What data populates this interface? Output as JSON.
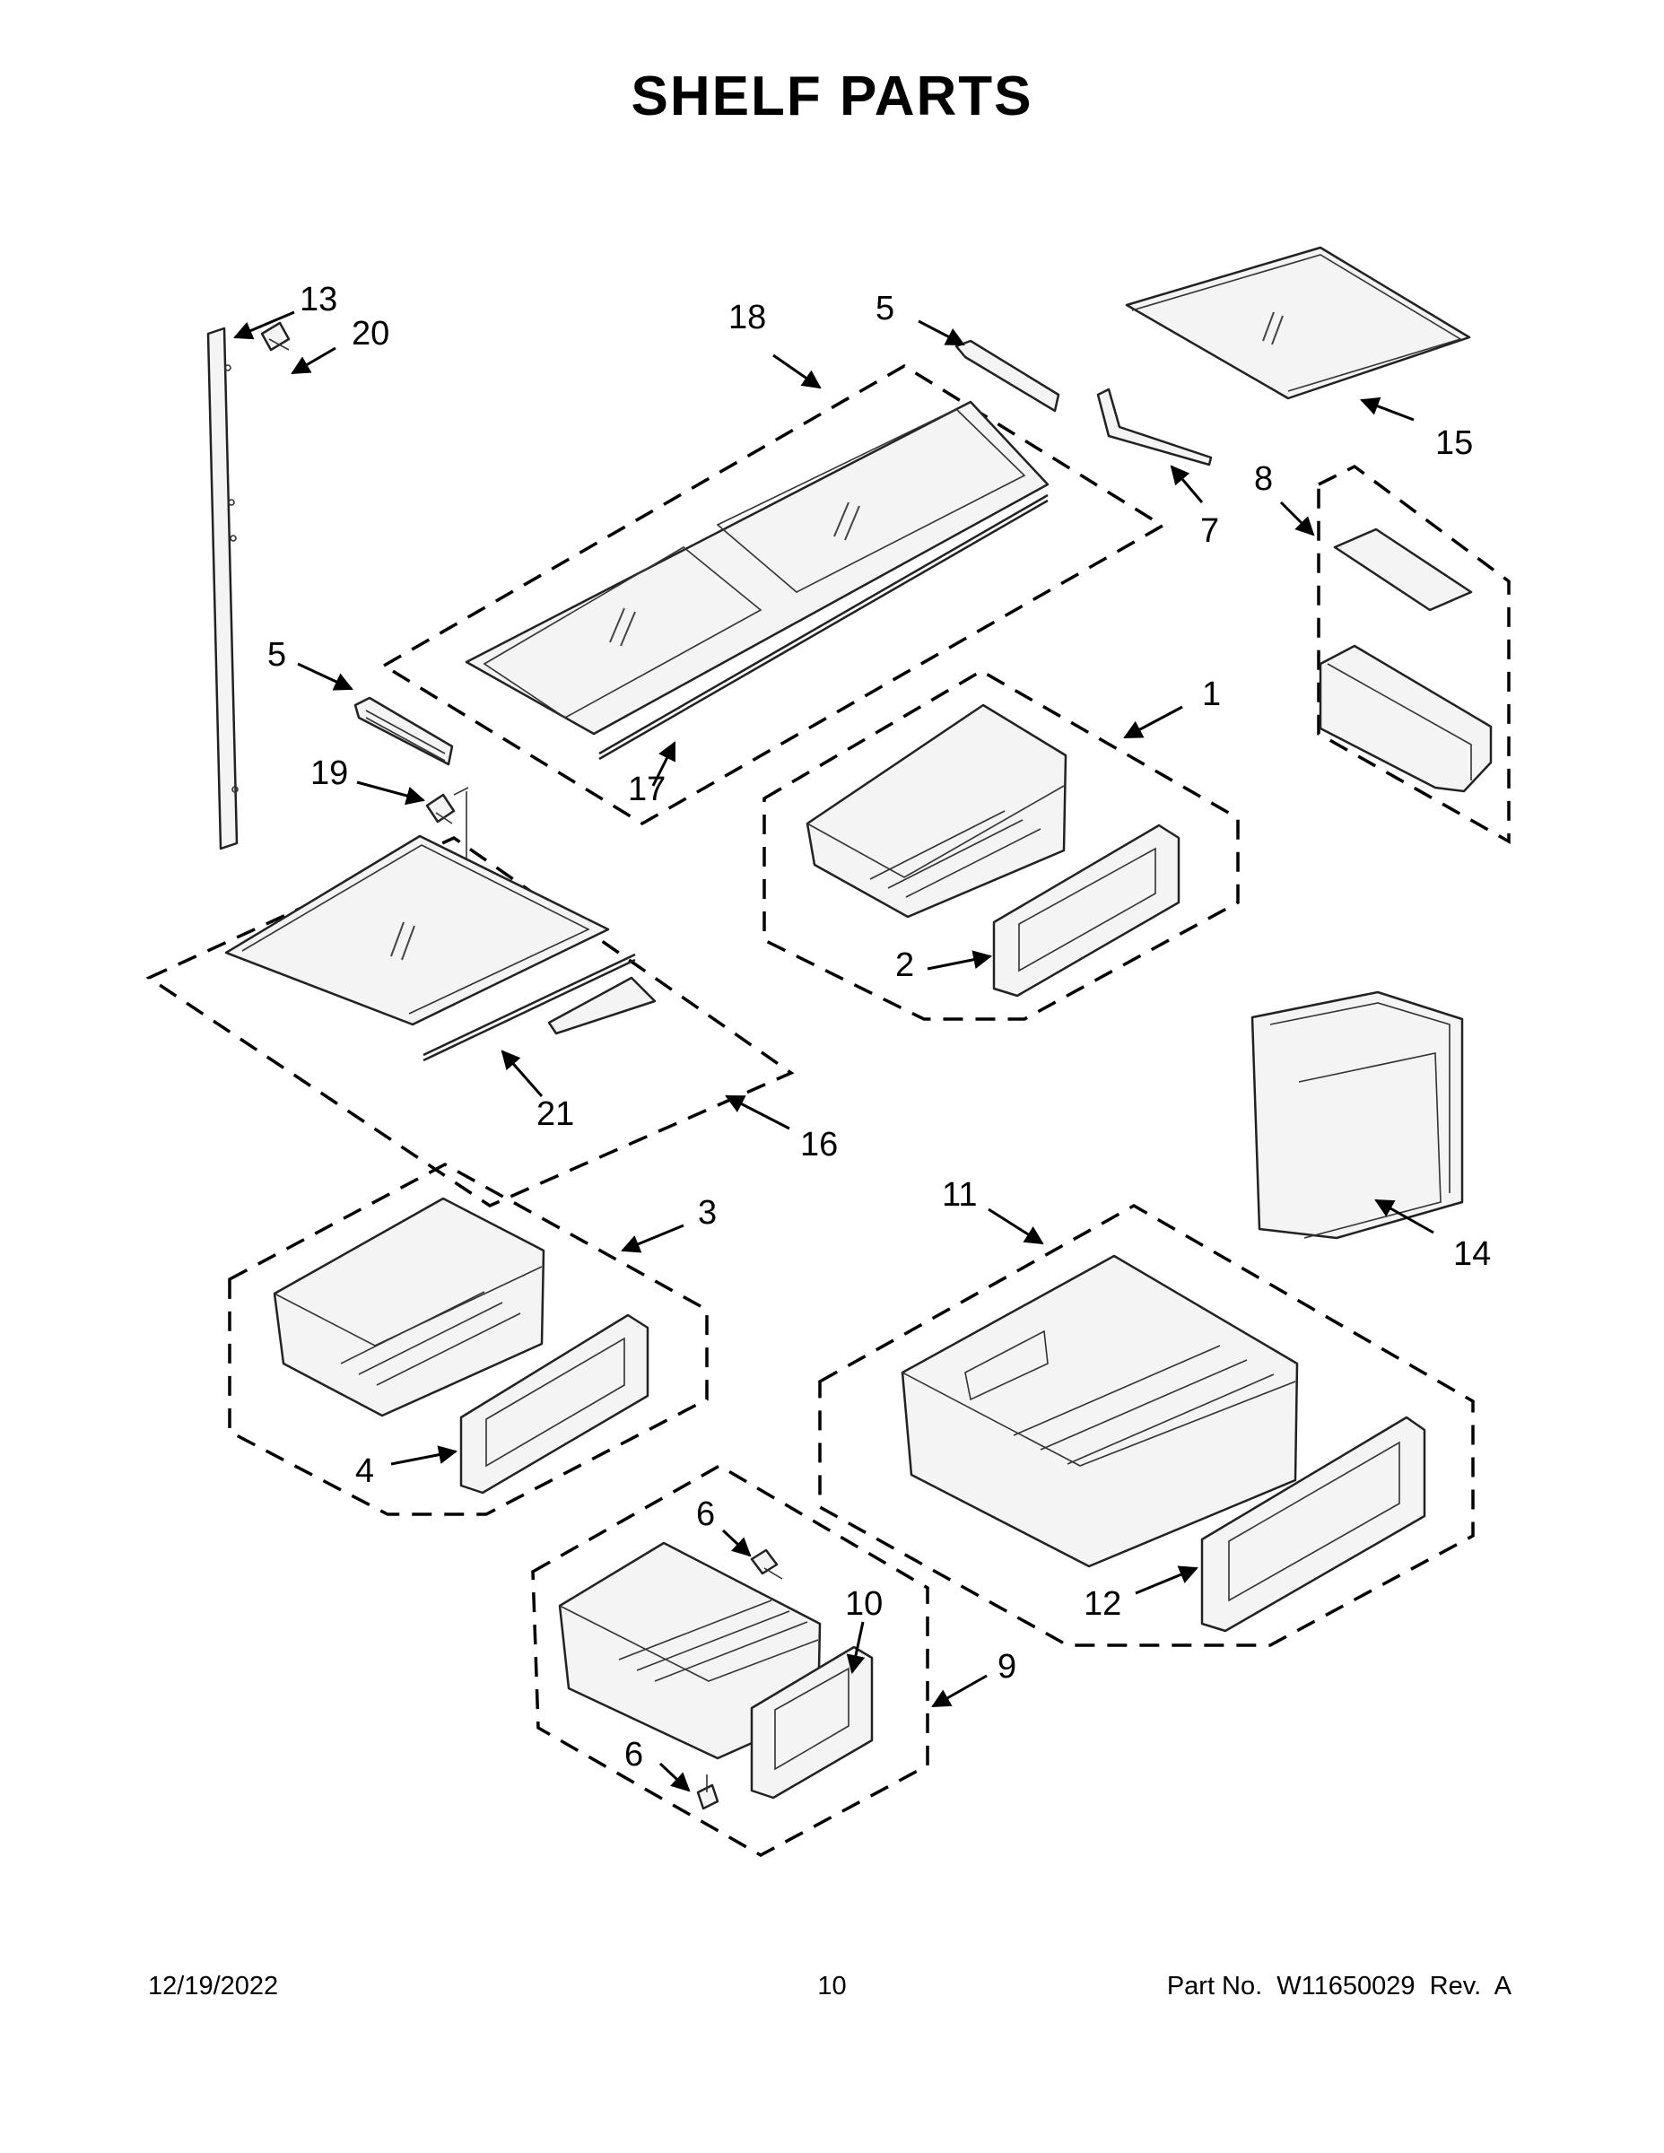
{
  "page": {
    "title": "SHELF PARTS",
    "footer_date": "12/19/2022",
    "footer_page": "10",
    "footer_part": "Part No.  W11650029  Rev.  A"
  },
  "callouts": {
    "c1": "1",
    "c2": "2",
    "c3": "3",
    "c4": "4",
    "c5a": "5",
    "c5b": "5",
    "c6a": "6",
    "c6b": "6",
    "c7": "7",
    "c8": "8",
    "c9": "9",
    "c10": "10",
    "c11": "11",
    "c12": "12",
    "c13": "13",
    "c14": "14",
    "c15": "15",
    "c16": "16",
    "c17": "17",
    "c18": "18",
    "c19": "19",
    "c20": "20",
    "c21": "21"
  }
}
